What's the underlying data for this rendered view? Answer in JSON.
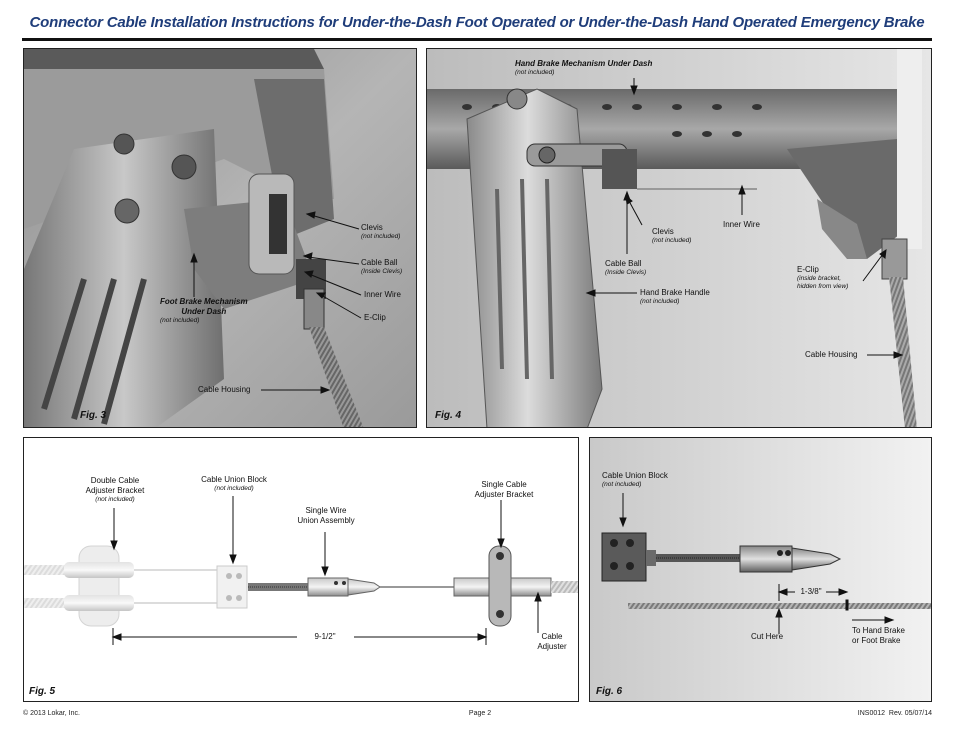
{
  "title": "Connector Cable Installation Instructions for Under-the-Dash Foot Operated or Under-the-Dash Hand Operated Emergency Brake",
  "fig3": {
    "label": "Fig. 3",
    "clevis": "Clevis",
    "clevis_note": "(not included)",
    "cable_ball": "Cable Ball",
    "cable_ball_note": "(Inside Clevis)",
    "inner_wire": "Inner Wire",
    "e_clip": "E-Clip",
    "foot_brake_line1": "Foot Brake Mechanism",
    "foot_brake_line2": "Under Dash",
    "foot_brake_note": "(not included)",
    "cable_housing": "Cable Housing"
  },
  "fig4": {
    "label": "Fig. 4",
    "hand_mech": "Hand Brake Mechanism Under Dash",
    "hand_mech_note": "(not included)",
    "clevis": "Clevis",
    "clevis_note": "(not included)",
    "inner_wire": "Inner Wire",
    "cable_ball": "Cable Ball",
    "cable_ball_note": "(Inside Clevis)",
    "hand_handle": "Hand Brake Handle",
    "hand_handle_note": "(not included)",
    "e_clip": "E-Clip",
    "e_clip_note1": "(inside bracket,",
    "e_clip_note2": "hidden from view)",
    "cable_housing": "Cable Housing"
  },
  "fig5": {
    "label": "Fig. 5",
    "double_line1": "Double Cable",
    "double_line2": "Adjuster Bracket",
    "double_note": "(not included)",
    "union_block": "Cable Union Block",
    "union_block_note": "(not included)",
    "single_wire_line1": "Single Wire",
    "single_wire_line2": "Union Assembly",
    "single_adj_line1": "Single Cable",
    "single_adj_line2": "Adjuster Bracket",
    "dimension": "9-1/2\"",
    "adjuster_line1": "Cable",
    "adjuster_line2": "Adjuster"
  },
  "fig6": {
    "label": "Fig. 6",
    "union_block": "Cable Union Block",
    "union_block_note": "(not included)",
    "dimension": "1-3/8\"",
    "cut_here": "Cut Here",
    "to_brake_line1": "To Hand Brake",
    "to_brake_line2": "or Foot Brake"
  },
  "footer": {
    "copyright": "© 2013 Lokar, Inc.",
    "page": "Page 2",
    "doc_id": "INS0012  Rev. 05/07/14"
  }
}
